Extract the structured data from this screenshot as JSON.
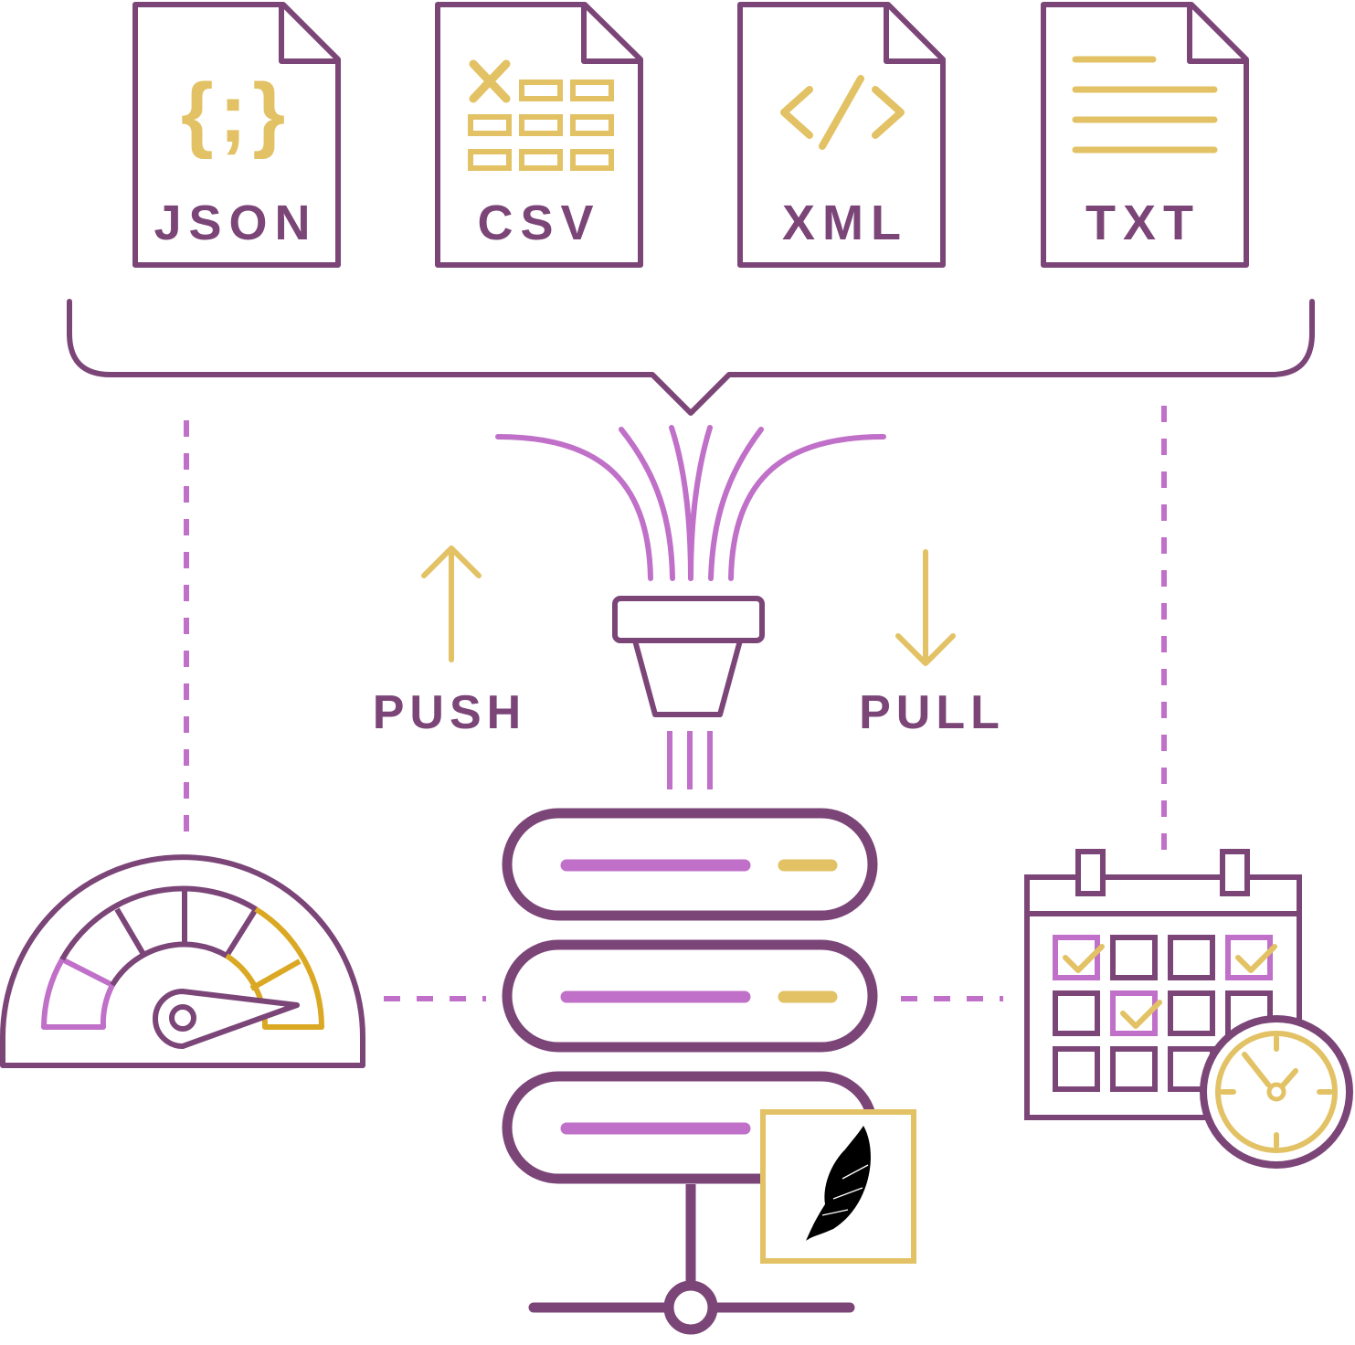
{
  "colors": {
    "primary": "#7b4578",
    "accent": "#e2c264",
    "accent_dark": "#dba824",
    "light": "#c070c8",
    "feather": "#000000"
  },
  "files": [
    {
      "label": "JSON",
      "icon": "json-braces-icon"
    },
    {
      "label": "CSV",
      "icon": "spreadsheet-grid-icon"
    },
    {
      "label": "XML",
      "icon": "code-tag-icon"
    },
    {
      "label": "TXT",
      "icon": "text-lines-icon"
    }
  ],
  "json_glyph": "{;}",
  "csv_glyph": "X",
  "push_label": "PUSH",
  "pull_label": "PULL",
  "icons": {
    "funnel": "funnel-icon",
    "server": "server-stack-icon",
    "gauge": "speedometer-icon",
    "calendar": "calendar-icon",
    "clock": "clock-icon",
    "feather": "feather-icon"
  }
}
